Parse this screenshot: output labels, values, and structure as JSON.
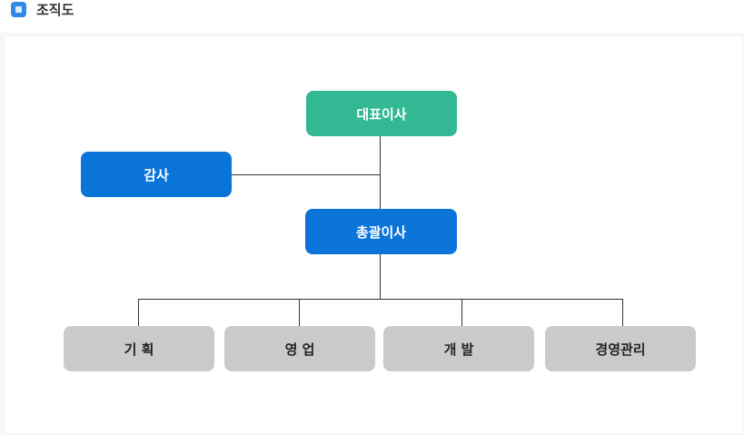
{
  "header": {
    "title": "조직도",
    "icon": "org-chart-icon"
  },
  "org": {
    "ceo": "대표이사",
    "audit": "감사",
    "general_manager": "총괄이사",
    "departments": [
      "기 획",
      "영 업",
      "개 발",
      "경영관리"
    ]
  },
  "colors": {
    "ceo": "#33b894",
    "executive": "#0a74d9",
    "department": "#c8cacc",
    "connector": "#333333"
  }
}
